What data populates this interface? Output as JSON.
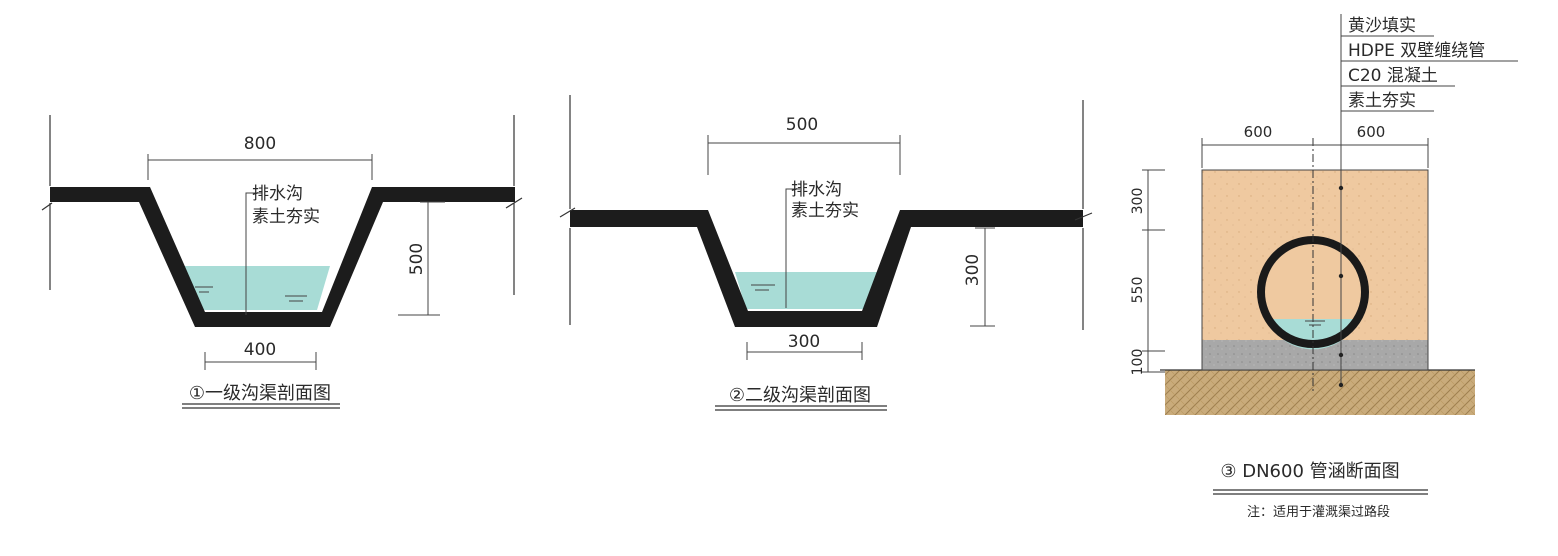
{
  "section1": {
    "caption": "①一级沟渠剖面图",
    "top_width": "800",
    "bottom_width": "400",
    "depth": "500",
    "label_line1": "排水沟",
    "label_line2": "素土夯实"
  },
  "section2": {
    "caption": "②二级沟渠剖面图",
    "top_width": "500",
    "bottom_width": "300",
    "depth": "300",
    "label_line1": "排水沟",
    "label_line2": "素土夯实"
  },
  "section3": {
    "caption": "③ DN600 管涵断面图",
    "note": "注：适用于灌溉渠过路段",
    "width_left": "600",
    "width_right": "600",
    "height_top": "300",
    "height_mid": "550",
    "height_bottom": "100",
    "layers": [
      "黄沙填实",
      "HDPE 双壁缠绕管",
      "C20 混凝土",
      "素土夯实"
    ]
  },
  "colors": {
    "concrete_lining": "#1c1c1c",
    "water": "#a8dcd6",
    "sand_fill": "#efc9a0",
    "c20_concrete": "#a9a9a9",
    "compacted_soil": "#c7a877"
  }
}
